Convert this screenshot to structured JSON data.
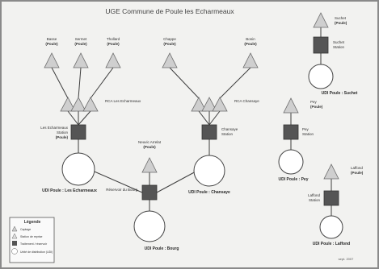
{
  "title": "UGE Commune de Poule les Echarmeaux",
  "colors": {
    "paper": "#f2f2f0",
    "frame": "#6b6b6b",
    "node_fill": "#cfcfcf",
    "square_fill": "#555555",
    "line": "#3d3d3d",
    "text": "#2f2f2f",
    "title": "#444444"
  },
  "triangles": {
    "basse": {
      "name": "Basse",
      "sub": "(Poule)",
      "detail": ""
    },
    "sermet": {
      "name": "Sermet",
      "sub": "(Poule)",
      "detail": ""
    },
    "thollard": {
      "name": "Thollard",
      "sub": "(Poule)",
      "detail": ""
    },
    "chappe": {
      "name": "Chappe",
      "sub": "(Poule)",
      "detail": ""
    },
    "bonin": {
      "name": "Bonin",
      "sub": "(Poule)",
      "detail": ""
    },
    "suchet": {
      "name": "Suchet",
      "sub": "(Poule)",
      "detail": ""
    },
    "reco_echarmeaux": {
      "name": "RCA Les Echarmeaux",
      "sub": "",
      "detail": ""
    },
    "reco_chansaye": {
      "name": "RCA Chansaye",
      "sub": "",
      "detail": ""
    },
    "pey": {
      "name": "Pey",
      "sub": "(Poule)",
      "detail": ""
    },
    "neuvy": {
      "name": "Neuvic Arrelat",
      "sub": "(Poule)",
      "detail": ""
    },
    "laffond": {
      "name": "Laffond",
      "sub": "(Poule)",
      "detail": ""
    }
  },
  "squares": {
    "echarmeaux": {
      "name": "Les Echarmeaux",
      "line2": "Station",
      "sub": "(Poule)"
    },
    "chansaye": {
      "name": "Chansaye",
      "line2": "Station",
      "sub": ""
    },
    "bourg": {
      "name": "Réservoir du Bourg",
      "line2": "",
      "sub": ""
    },
    "suchet": {
      "name": "Suchet",
      "line2": "Station",
      "sub": ""
    },
    "pey": {
      "name": "Pey",
      "line2": "Station",
      "sub": ""
    },
    "laffond": {
      "name": "Laffond",
      "line2": "Station",
      "sub": ""
    }
  },
  "udi": {
    "echarmeaux": "UDI Poule : Les Echarmeaux",
    "chansaye": "UDI Poule : Chansaye",
    "bourg": "UDI Poule : Bourg",
    "suchet": "UDI Poule : Suchet",
    "pey": "UDI Poule : Pey",
    "laffond": "UDI Poule : Laffond"
  },
  "legend": {
    "title": "Légende",
    "items": [
      "Captage",
      "Station de reprise",
      "Traitement / réservoir",
      "Unité de distribution (UDI)"
    ]
  },
  "footer_date": "sept. 2007"
}
